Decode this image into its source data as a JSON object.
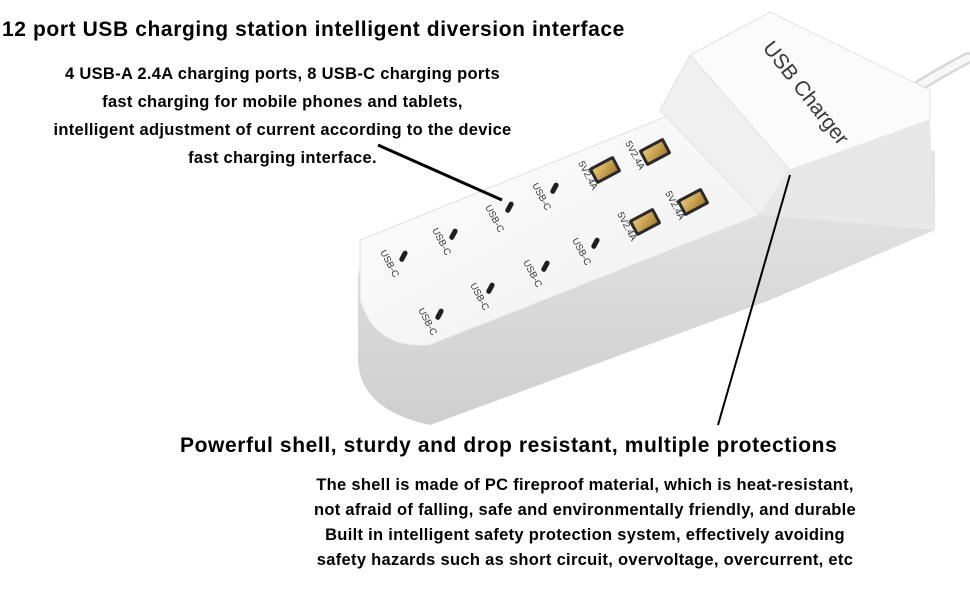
{
  "heading_top": "12 port USB charging station intelligent diversion interface",
  "top_lines": [
    "4 USB-A 2.4A charging ports, 8 USB-C charging ports",
    "fast charging for mobile phones and tablets,",
    "intelligent adjustment of current according to the device",
    "fast charging interface."
  ],
  "heading_bottom": "Powerful shell, sturdy and drop resistant, multiple protections",
  "bottom_lines": [
    "The shell is made of PC fireproof material, which is heat-resistant,",
    "not afraid of falling, safe and environmentally friendly, and durable",
    "Built in intelligent safety protection system, effectively avoiding",
    "safety hazards such as short circuit, overvoltage, overcurrent, etc"
  ],
  "product": {
    "brand_label": "USB Charger",
    "usbc_label": "USB-C",
    "usba_label": "5V2.4A"
  },
  "colors": {
    "shell": "#f4f4f4",
    "shell_shadow": "#d9d9d9",
    "port_gold": "#c9a24a",
    "port_dark": "#222222"
  }
}
